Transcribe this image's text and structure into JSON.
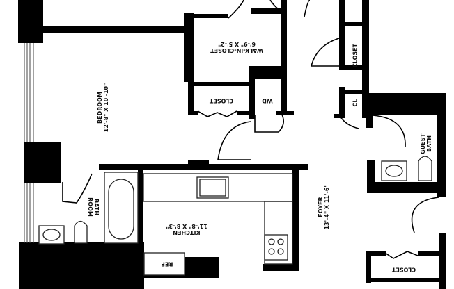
{
  "floor_plan": {
    "colors": {
      "wall": "#000000",
      "background": "#ffffff",
      "fixture_line": "#333333"
    },
    "rooms": {
      "bedroom": {
        "name": "BEDROOM",
        "size": "12'-8\" X 10'-10\""
      },
      "walk_in_closet": {
        "name": "WALK-IN-CLOSET",
        "size": "6'-9\" X 5'-2\""
      },
      "closet_mid": {
        "name": "CLOSET"
      },
      "wd": {
        "name": "WD"
      },
      "closet_top_right": {
        "name": "CLOSET"
      },
      "cl": {
        "name": "CL"
      },
      "guest_bath": {
        "line1": "GUEST",
        "line2": "BATH"
      },
      "bathroom": {
        "line1": "BATH",
        "line2": "ROOM"
      },
      "kitchen": {
        "name": "KITCHEN",
        "size": "11'-8\" X 8'-3\""
      },
      "ref": {
        "name": "REF"
      },
      "foyer": {
        "name": "FOYER",
        "size": "13'-4\" X 11'-6\""
      },
      "closet_bottom_right": {
        "name": "CLOSET"
      }
    }
  }
}
